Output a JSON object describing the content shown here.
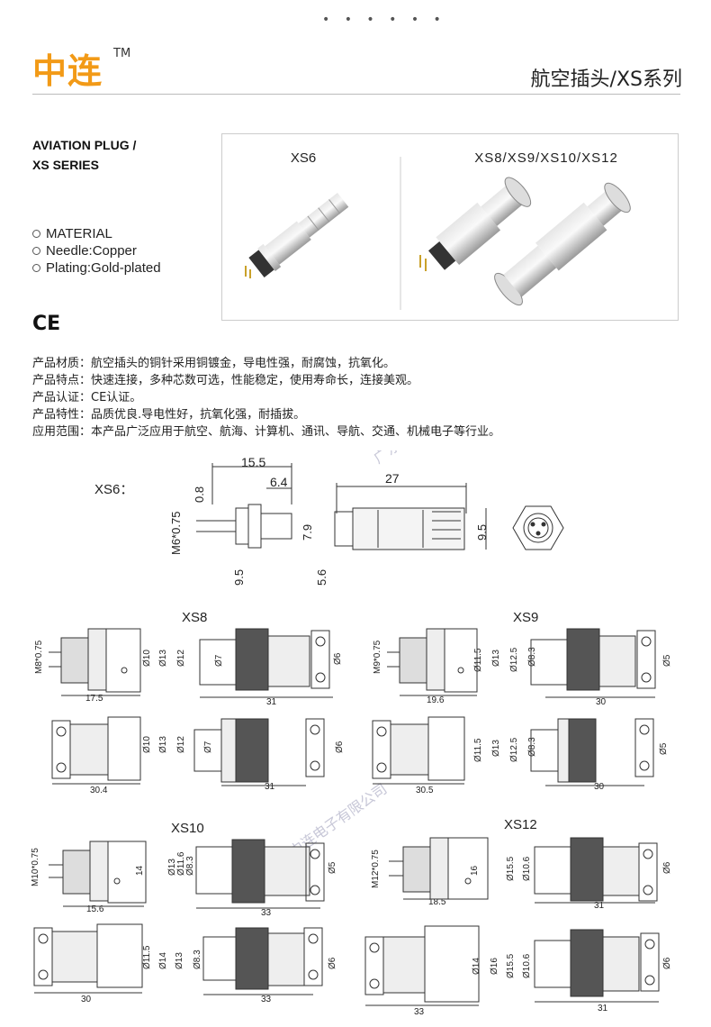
{
  "header": {
    "dots": "• • • • • •",
    "logo": "中连",
    "tm": "TM",
    "title": "航空插头/XS系列"
  },
  "intro": {
    "subtitle_1": "AVIATION PLUG /",
    "subtitle_2": "XS SERIES",
    "material": [
      "MATERIAL",
      "Needle:Copper",
      "Plating:Gold-plated"
    ],
    "photo_label_left": "XS6",
    "photo_label_right": "XS8/XS9/XS10/XS12",
    "ce": "CE"
  },
  "description": [
    "产品材质：航空插头的铜针采用铜镀金，导电性强，耐腐蚀，抗氧化。",
    "产品特点：快速连接，多种芯数可选，性能稳定，使用寿命长，连接美观。",
    "产品认证：CE认证。",
    "产品特性：品质优良.导电性好，抗氧化强，耐插拔。",
    "应用范围：本产品广泛应用于航空、航海、计算机、通讯、导航、交通、机械电子等行业。"
  ],
  "watermark": "广东中连电子有限公司",
  "drawings": {
    "xs6": {
      "name": "XS6：",
      "d1": "15.5",
      "d2": "6.4",
      "d3": "27",
      "d4": "0.8",
      "d5": "M6*0.75",
      "d6": "7.9",
      "d7": "9.5",
      "d8": "5.6",
      "d9": "9.5"
    },
    "xs8": {
      "name": "XS8",
      "thread": "M8*0.75",
      "a": "Ø10",
      "b": "Ø13",
      "c": "Ø12",
      "d": "Ø7",
      "e": "Ø6",
      "len1": "17.5",
      "len2": "31",
      "len3": "30.4",
      "len4": "31"
    },
    "xs9": {
      "name": "XS9",
      "thread": "M9*0.75",
      "a": "Ø11.5",
      "b": "Ø13",
      "c": "Ø12.5",
      "d": "Ø8.3",
      "e": "Ø5",
      "len1": "19.6",
      "len2": "30",
      "len3": "30.5",
      "len4": "30"
    },
    "xs10": {
      "name": "XS10",
      "thread": "M10*0.75",
      "a": "14",
      "b": "Ø13",
      "c": "Ø11.6",
      "d": "Ø8.3",
      "e": "Ø5",
      "f": "Ø11.5",
      "g": "Ø14",
      "h": "Ø13",
      "i": "Ø8.3",
      "j": "Ø6",
      "len1": "15.6",
      "len2": "33",
      "len3": "30",
      "len4": "33"
    },
    "xs12": {
      "name": "XS12",
      "thread": "M12*0.75",
      "a": "16",
      "b": "Ø15.5",
      "c": "Ø10.6",
      "d": "Ø6",
      "f": "Ø14",
      "g": "Ø16",
      "h": "Ø15.5",
      "i": "Ø10.6",
      "j": "Ø6",
      "len1": "18.5",
      "len2": "31",
      "len3": "33",
      "len4": "31"
    }
  },
  "colors": {
    "brand": "#f29a17",
    "line": "#333333"
  }
}
